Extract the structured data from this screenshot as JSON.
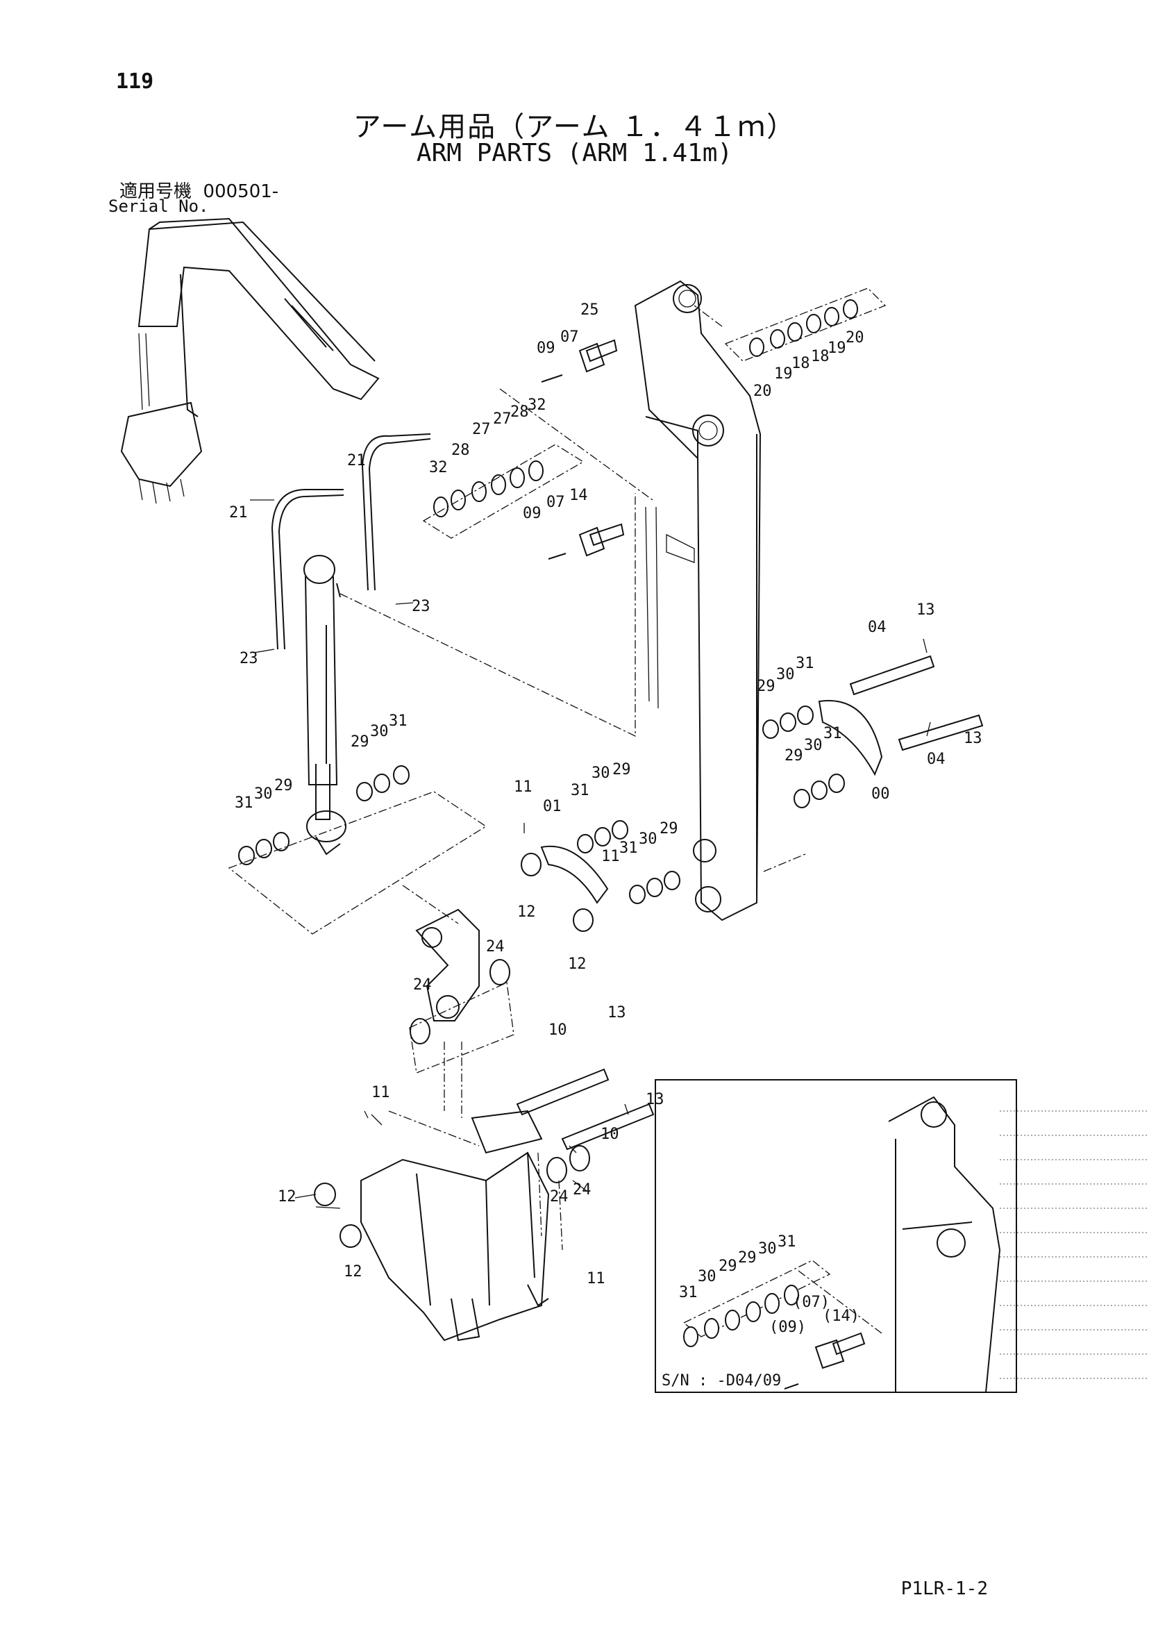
{
  "header": {
    "page_number": "119",
    "title_ja": "アーム用品（アーム １．４１ｍ）",
    "title_en": "ARM PARTS (ARM 1.41m)",
    "serial_label_ja": "適用号機",
    "serial_value": "000501-",
    "serial_label_en": "Serial No."
  },
  "inset": {
    "serial_note": "S/N : -D04/09"
  },
  "footer": {
    "doc_code": "P1LR-1-2"
  },
  "diagram": {
    "callouts": [
      "00",
      "01",
      "04",
      "07",
      "09",
      "10",
      "11",
      "12",
      "13",
      "14",
      "18",
      "19",
      "20",
      "21",
      "23",
      "24",
      "25",
      "27",
      "28",
      "29",
      "30",
      "31",
      "32",
      "(07)",
      "(09)",
      "(14)"
    ]
  }
}
